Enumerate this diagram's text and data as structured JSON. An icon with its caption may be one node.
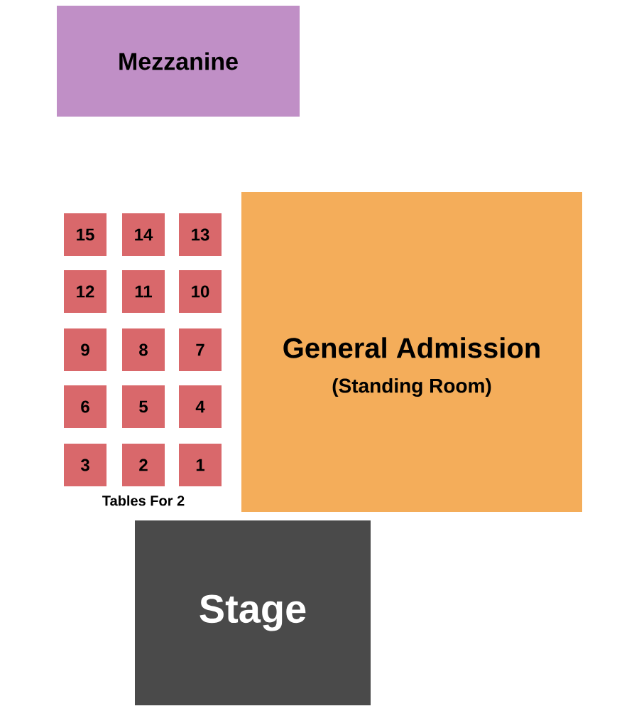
{
  "diagram": {
    "nodes": [
      {
        "text": [
          "Mezzanine"
        ]
      },
      {
        "text": [
          "General Admission",
          "(Standing Room)"
        ]
      },
      {
        "text": [
          "15"
        ]
      },
      {
        "text": [
          "14"
        ]
      },
      {
        "text": [
          "13"
        ]
      },
      {
        "text": [
          "12"
        ]
      },
      {
        "text": [
          "11"
        ]
      },
      {
        "text": [
          "10"
        ]
      },
      {
        "text": [
          "9"
        ]
      },
      {
        "text": [
          "8"
        ]
      },
      {
        "text": [
          "7"
        ]
      },
      {
        "text": [
          "6"
        ]
      },
      {
        "text": [
          "5"
        ]
      },
      {
        "text": [
          "4"
        ]
      },
      {
        "text": [
          "3"
        ]
      },
      {
        "text": [
          "2"
        ]
      },
      {
        "text": [
          "1"
        ]
      },
      {
        "text": [
          "Stage"
        ]
      }
    ],
    "labels": [
      "Tables For 2"
    ]
  }
}
